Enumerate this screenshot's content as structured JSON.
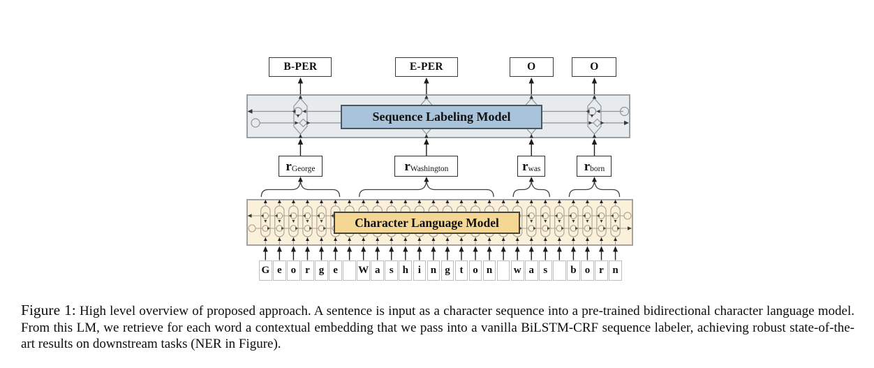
{
  "figure": {
    "labels": [
      "B-PER",
      "E-PER",
      "O",
      "O"
    ],
    "sequence_model": "Sequence Labeling Model",
    "char_model": "Character Language Model",
    "embedding_symbol": "r",
    "embedding_words": [
      "George",
      "Washington",
      "was",
      "born"
    ],
    "characters": [
      "G",
      "e",
      "o",
      "r",
      "g",
      "e",
      " ",
      "W",
      "a",
      "s",
      "h",
      "i",
      "n",
      "g",
      "t",
      "o",
      "n",
      " ",
      "w",
      "a",
      "s",
      " ",
      "b",
      "o",
      "r",
      "n"
    ],
    "sentence": "George Washington was born"
  },
  "caption": {
    "label": "Figure 1:",
    "text": "High level overview of proposed approach. A sentence is input as a character sequence into a pre-trained bidirectional character language model. From this LM, we retrieve for each word a contextual embedding that we pass into a vanilla BiLSTM-CRF sequence labeler, achieving robust state-of-the-art results on downstream tasks (NER in Figure)."
  },
  "colors": {
    "seq_container_bg": "#e7ebee",
    "seq_container_border": "#9aa0a4",
    "seq_box_bg": "#a9c4da",
    "seq_box_border": "#4b555e",
    "char_container_bg": "#fbf0d9",
    "char_container_border": "#a5a39c",
    "char_box_bg": "#f5d795",
    "char_box_border": "#45443a",
    "glyph_gray": "#8d949a",
    "glyph_tan": "#a89f90",
    "arrow": "#1c1c1c"
  }
}
